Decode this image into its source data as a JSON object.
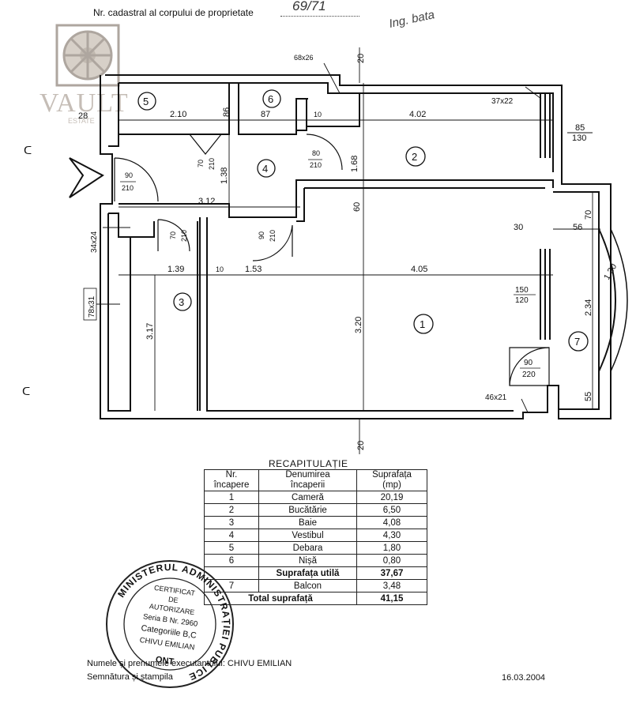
{
  "header": {
    "cadastral_label": "Nr. cadastral al corpului de proprietate",
    "cadastral_handwritten": "69/71",
    "signature_text": "Ing. bata"
  },
  "watermark": {
    "brand": "VAULT",
    "sub": "ESTATE"
  },
  "plan": {
    "dims": {
      "d_20_top": "20",
      "d_20_bottom": "20",
      "d_68x26": "68x26",
      "d_37x22": "37x22",
      "d_28": "28",
      "d_210a": "2.10",
      "d_86": "86",
      "d_87": "87",
      "d_10a": "10",
      "d_402": "4.02",
      "d_85": "85",
      "d_130": "130",
      "d_70": "70",
      "d_210b": "210",
      "d_80": "80",
      "d_210c": "210",
      "d_90a": "90",
      "d_210d": "210",
      "d_138": "1.38",
      "d_168": "1.68",
      "d_312": "3.12",
      "d_60": "60",
      "d_70b": "70",
      "d_210e": "210",
      "d_90b": "90",
      "d_210f": "210",
      "d_30": "30",
      "d_56": "56",
      "d_70c": "70",
      "d_34x24": "34x24",
      "d_139": "1.39",
      "d_10b": "10",
      "d_153": "1.53",
      "d_405": "4.05",
      "d_150": "150",
      "d_120": "120",
      "d_130b": "1.30",
      "d_234": "2.34",
      "d_78x31": "78x31",
      "d_317": "3.17",
      "d_320": "3.20",
      "d_90c": "90",
      "d_220": "220",
      "d_55": "55",
      "d_46x21": "46x21"
    },
    "rooms": {
      "r1": "1",
      "r2": "2",
      "r3": "3",
      "r4": "4",
      "r5": "5",
      "r6": "6",
      "r7": "7"
    }
  },
  "recap": {
    "title": "RECAPITULAȚIE",
    "headers": [
      "Nr.\nîncapere",
      "Denumirea\nîncaperii",
      "Suprafața\n(mp)"
    ],
    "rows": [
      [
        "1",
        "Cameră",
        "20,19"
      ],
      [
        "2",
        "Bucătărie",
        "6,50"
      ],
      [
        "3",
        "Baie",
        "4,08"
      ],
      [
        "4",
        "Vestibul",
        "4,30"
      ],
      [
        "5",
        "Debara",
        "1,80"
      ],
      [
        "6",
        "Nișă",
        "0,80"
      ]
    ],
    "useful_label": "Suprafața utilă",
    "useful_value": "37,67",
    "balcony": [
      "7",
      "Balcon",
      "3,48"
    ],
    "total_label": "Total suprafață",
    "total_value": "41,15"
  },
  "stamp": {
    "ring": "MINISTERUL ADMINISTRAȚIEI PUBLICE",
    "l1": "CERTIFICAT",
    "l2": "DE",
    "l3": "AUTORIZARE",
    "l4": "Seria B Nr. 2960",
    "l5": "Categoriile B,C",
    "l6": "CHIVU EMILIAN",
    "bottom": "ONT"
  },
  "footer": {
    "executant": "Numele și prenumele executantului: CHIVU EMILIAN",
    "signature": "Semnătura și ștampila",
    "date": "16.03.2004"
  }
}
